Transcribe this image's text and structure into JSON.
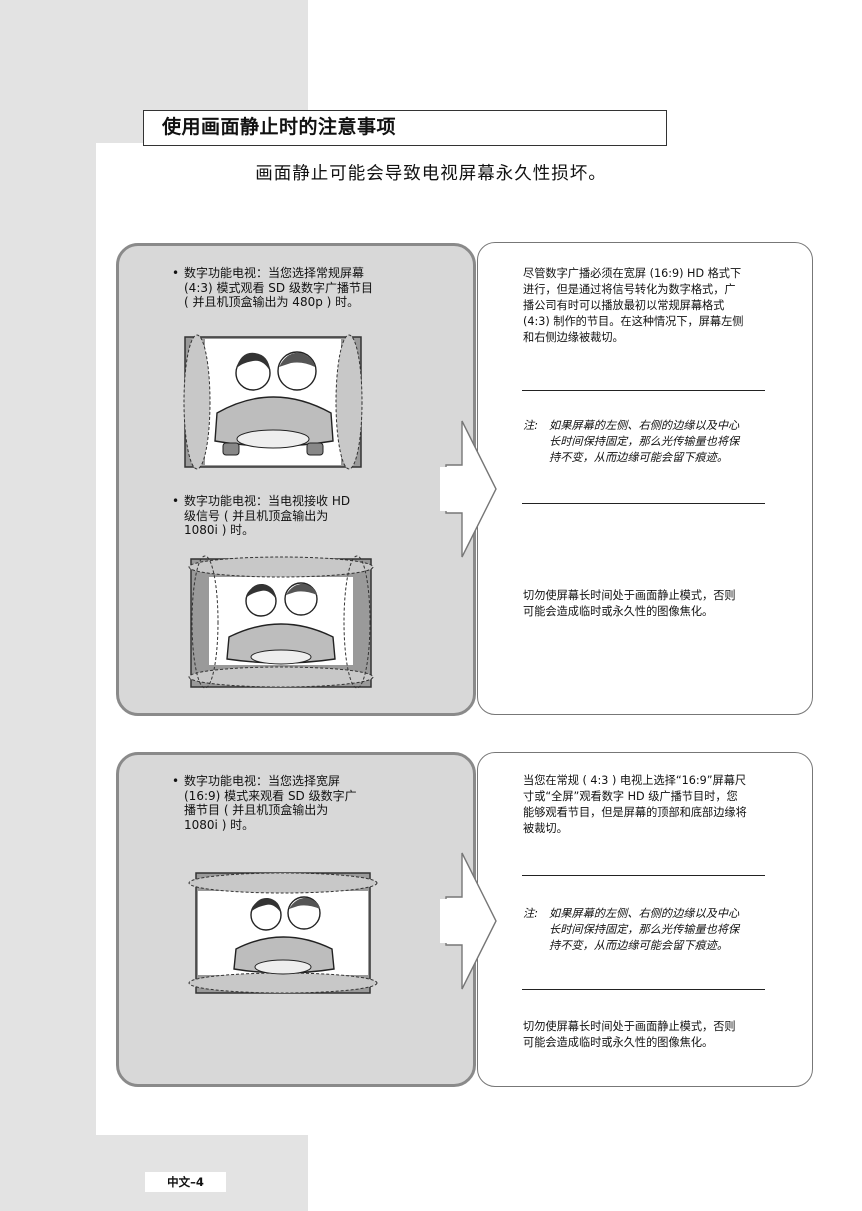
{
  "title": "使用画面静止时的注意事项",
  "subtitle": "画面静止可能会导致电视屏幕永久性损坏。",
  "section1": {
    "bullet1": [
      "数字功能电视：当您选择常规屏幕",
      "(4:3) 模式观看 SD 级数字广播节目",
      "( 并且机顶盒输出为 480p ) 时。"
    ],
    "bullet2": [
      "数字功能电视：当电视接收 HD",
      "级信号 ( 并且机顶盒输出为",
      "1080i ) 时。"
    ],
    "right_text": [
      "尽管数字广播必须在宽屏 (16:9) HD 格式下",
      "进行，但是通过将信号转化为数字格式，广",
      "播公司有时可以播放最初以常规屏幕格式",
      "(4:3) 制作的节目。在这种情况下，屏幕左侧",
      "和右侧边缘被裁切。"
    ],
    "note": [
      "注:",
      "如果屏幕的左侧、右侧的边缘以及中心",
      "长时间保持固定，那么光传输量也将保",
      "持不变，从而边缘可能会留下痕迹。"
    ],
    "warning": [
      "切勿使屏幕长时间处于画面静止模式，否则",
      "可能会造成临时或永久性的图像焦化。"
    ]
  },
  "section2": {
    "bullet1": [
      "数字功能电视：当您选择宽屏",
      "(16:9) 模式来观看 SD 级数字广",
      "播节目 ( 并且机顶盒输出为",
      "1080i ) 时。"
    ],
    "right_text": [
      "当您在常规 ( 4:3 ) 电视上选择“16:9”屏幕尺",
      "寸或“全屏”观看数字 HD 级广播节目时，您",
      "能够观看节目，但是屏幕的顶部和底部边缘将",
      "被裁切。"
    ],
    "note": [
      "注:",
      "如果屏幕的左侧、右侧的边缘以及中心",
      "长时间保持固定，那么光传输量也将保",
      "持不变，从而边缘可能会留下痕迹。"
    ],
    "warning": [
      "切勿使屏幕长时间处于画面静止模式，否则",
      "可能会造成临时或永久性的图像焦化。"
    ]
  },
  "bullet_symbol": "•",
  "footer": "中文–4"
}
